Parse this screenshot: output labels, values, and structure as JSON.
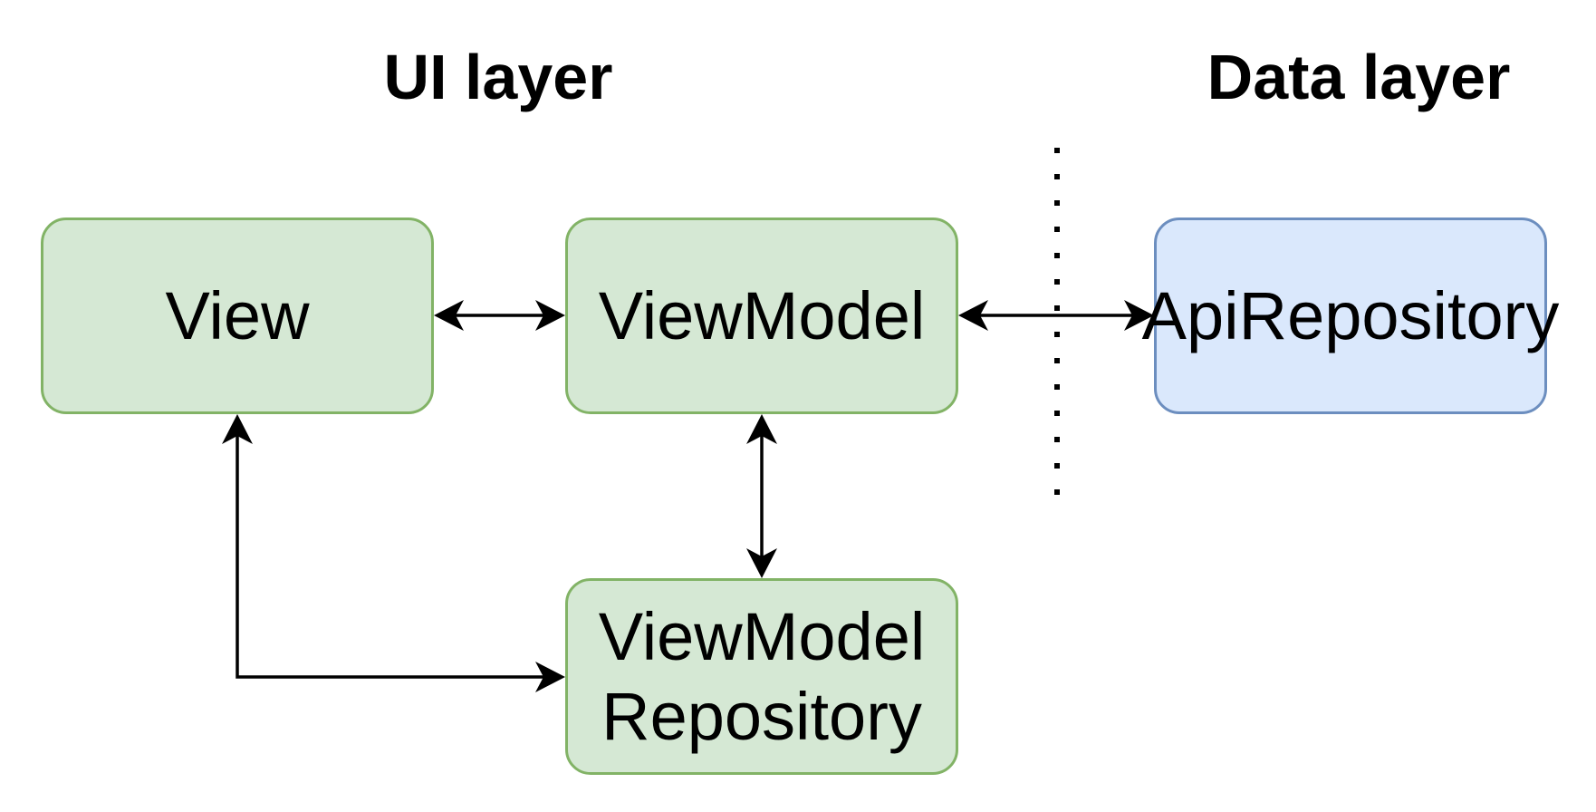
{
  "layers": {
    "ui": "UI layer",
    "data": "Data layer"
  },
  "nodes": {
    "view": "View",
    "viewmodel": "ViewModel",
    "apirepository": "ApiRepository",
    "vmrepository_line1": "ViewModel",
    "vmrepository_line2": "Repository"
  },
  "colors": {
    "ui_fill": "#d5e8d4",
    "ui_border": "#82b366",
    "data_fill": "#dae8fc",
    "data_border": "#6c8ebf",
    "connector": "#000000"
  },
  "connectors": [
    {
      "from": "View",
      "to": "ViewModel",
      "direction": "bidirectional"
    },
    {
      "from": "ViewModel",
      "to": "ApiRepository",
      "direction": "bidirectional"
    },
    {
      "from": "ViewModel",
      "to": "ViewModel Repository",
      "direction": "bidirectional"
    },
    {
      "from": "View",
      "to": "ViewModel Repository",
      "direction": "bidirectional"
    }
  ],
  "separator": {
    "style": "dotted",
    "between": [
      "UI layer",
      "Data layer"
    ]
  }
}
